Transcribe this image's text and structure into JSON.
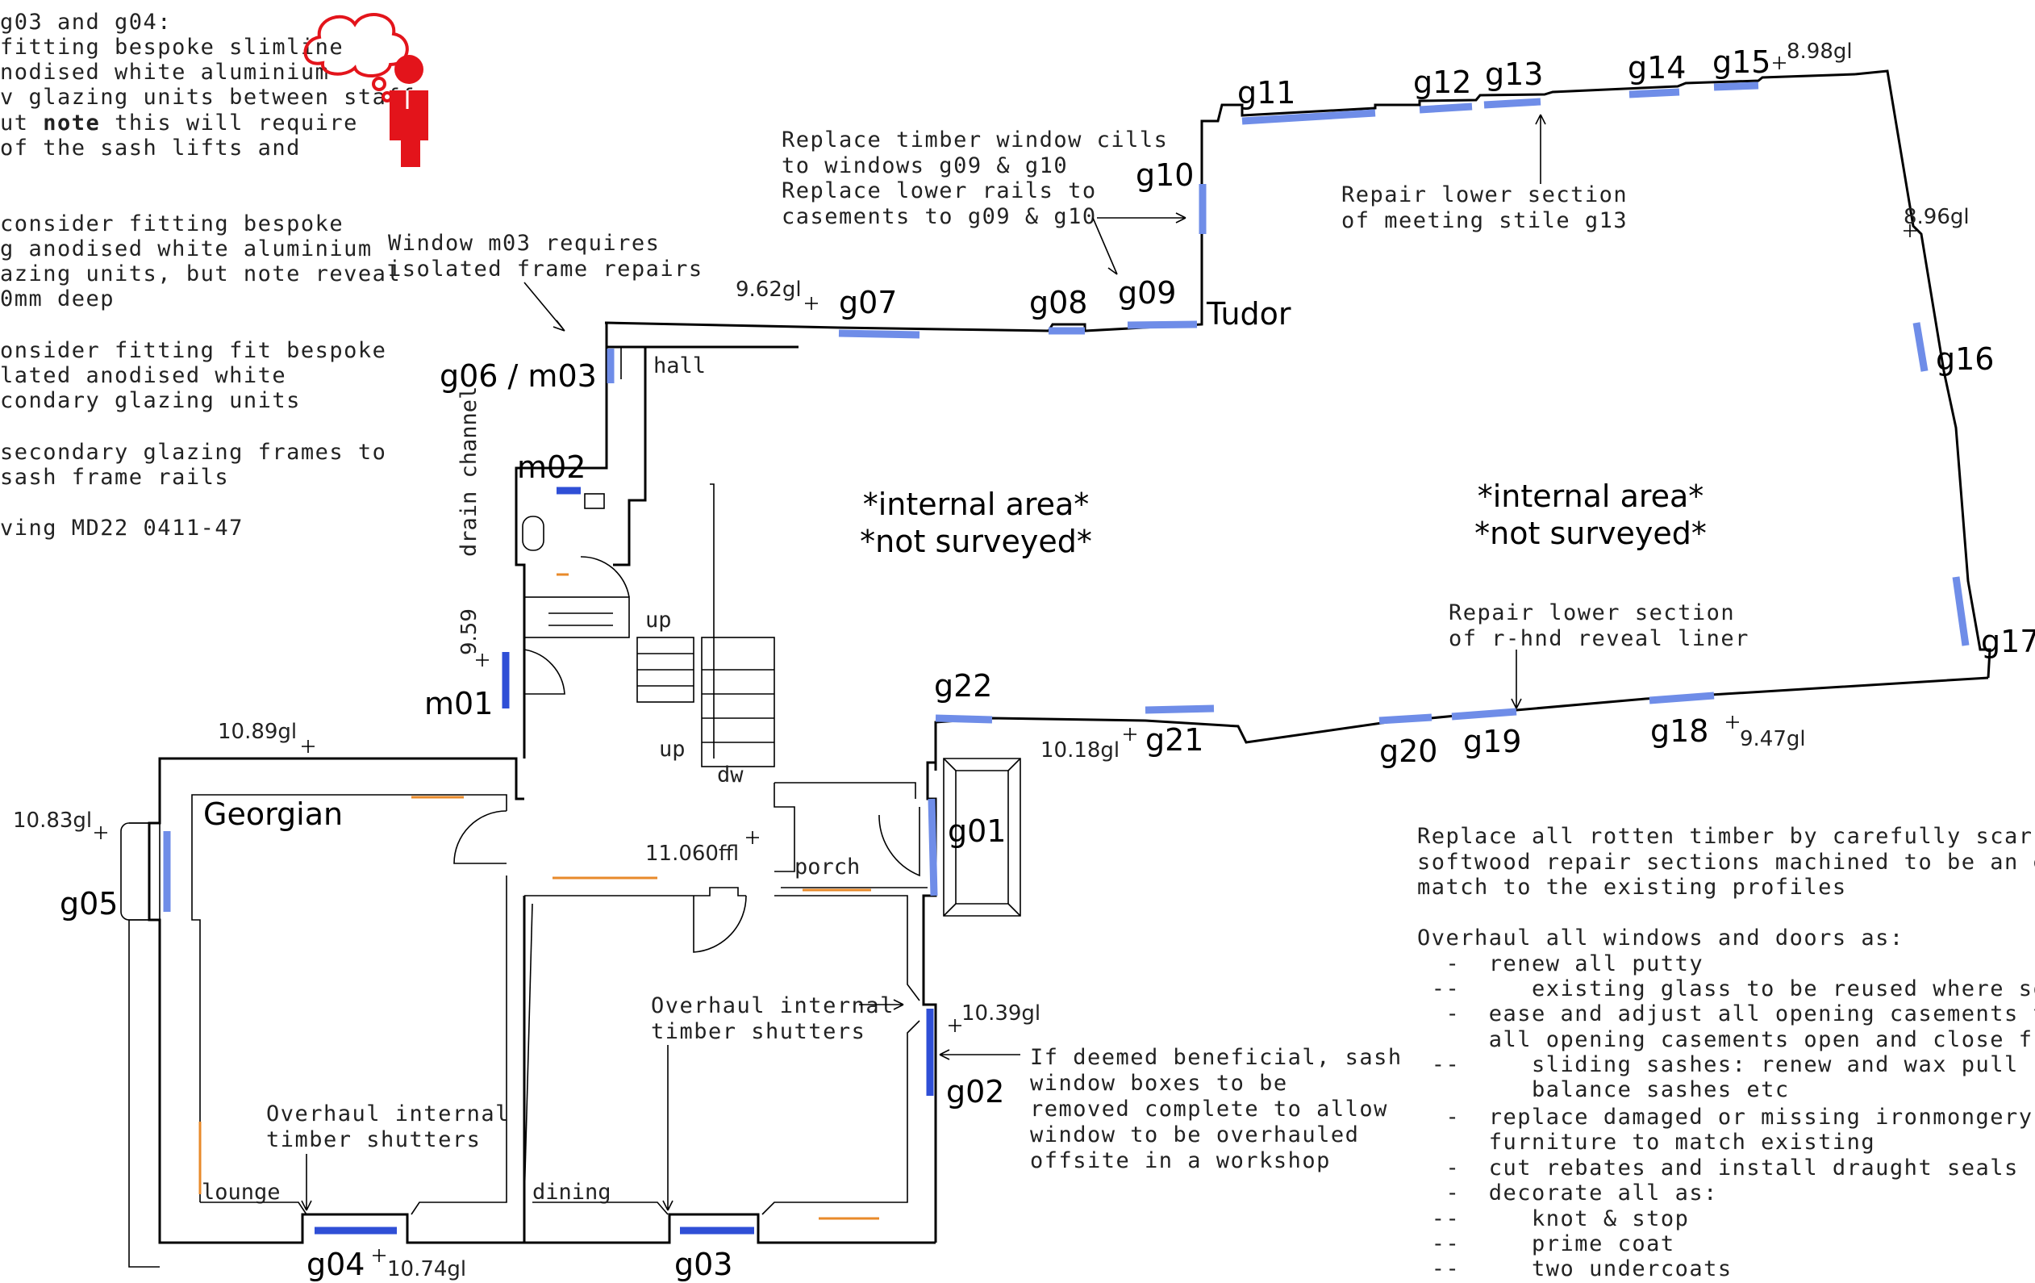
{
  "colors": {
    "window": "#6f8de8",
    "window_dark": "#2f4fd6",
    "shutter": "#e88a2a",
    "alert": "#e3141b",
    "line": "#000000"
  },
  "icons": {
    "thinking_figure": "thinking-person-with-cloud-icon"
  },
  "notes_left": [
    "g03 and g04:",
    "fitting bespoke slimline",
    "nodised white aluminium",
    "v glazing units between staff",
    "ut note this will require",
    "of the sash lifts and",
    "",
    " consider fitting bespoke",
    "g anodised white aluminium",
    "azing units, but note reveal",
    "0mm deep",
    "",
    "onsider fitting fit bespoke",
    "lated anodised white",
    "condary glazing units",
    "",
    "secondary glazing frames to",
    " sash frame rails",
    "",
    "ving MD22 0411-47"
  ],
  "notes_left_bold_word": "note",
  "window_labels": [
    "g01",
    "g02",
    "g03",
    "g04",
    "g05",
    "g06 / m03",
    "g07",
    "g08",
    "g09",
    "g10",
    "g11",
    "g12",
    "g13",
    "g14",
    "g15",
    "g16",
    "g17",
    "g18",
    "g19",
    "g20",
    "g21",
    "g22",
    "m01",
    "m02"
  ],
  "levels": [
    "8.98gl",
    "8.96gl",
    "9.62gl",
    "10.89gl",
    "10.83gl",
    "11.060ffl",
    "10.18gl",
    "9.47gl",
    "10.39gl",
    "10.74gl"
  ],
  "level_side": "9.59",
  "drain_label": "drain channel",
  "rooms": [
    "hall",
    "up",
    "up",
    "dw",
    "porch",
    "lounge",
    "dining"
  ],
  "section_names": [
    "Georgian",
    "Tudor"
  ],
  "internal_area": [
    "*internal area*",
    "*not surveyed*"
  ],
  "annotations": {
    "m03": [
      "Window m03 requires",
      "isolated frame repairs"
    ],
    "cills": [
      "Replace timber window cills",
      "to windows g09 & g10",
      "Replace lower rails to",
      "casements to g09 & g10"
    ],
    "g13": [
      "Repair lower section",
      "of meeting stile g13"
    ],
    "g19": [
      "Repair lower section",
      "of r-hnd reveal liner"
    ],
    "shutters_lounge": [
      "Overhaul internal",
      "timber shutters"
    ],
    "shutters_dining": [
      "Overhaul internal",
      "timber shutters"
    ],
    "sash": [
      "If deemed beneficial, sash",
      "window boxes to be",
      "removed complete to allow",
      "window to be overhauled",
      "offsite in a workshop"
    ]
  },
  "spec_notes": [
    "Replace all rotten timber by carefully scarfing in",
    "softwood repair sections machined to be an e",
    "match to the existing profiles",
    "",
    "Overhaul all windows and doors as:",
    "  -  renew all putty",
    " --     existing glass to be reused where sound",
    "  -  ease and adjust all opening casements to en",
    "     all opening casements open and close freely:",
    " --     sliding sashes: renew and wax pull cords,",
    "        balance sashes etc",
    "  -  replace damaged or missing ironmongery /",
    "     furniture to match existing",
    "  -  cut rebates and install draught seals",
    "  -  decorate all as:",
    " --     knot & stop",
    " --     prime coat",
    " --     two undercoats"
  ]
}
